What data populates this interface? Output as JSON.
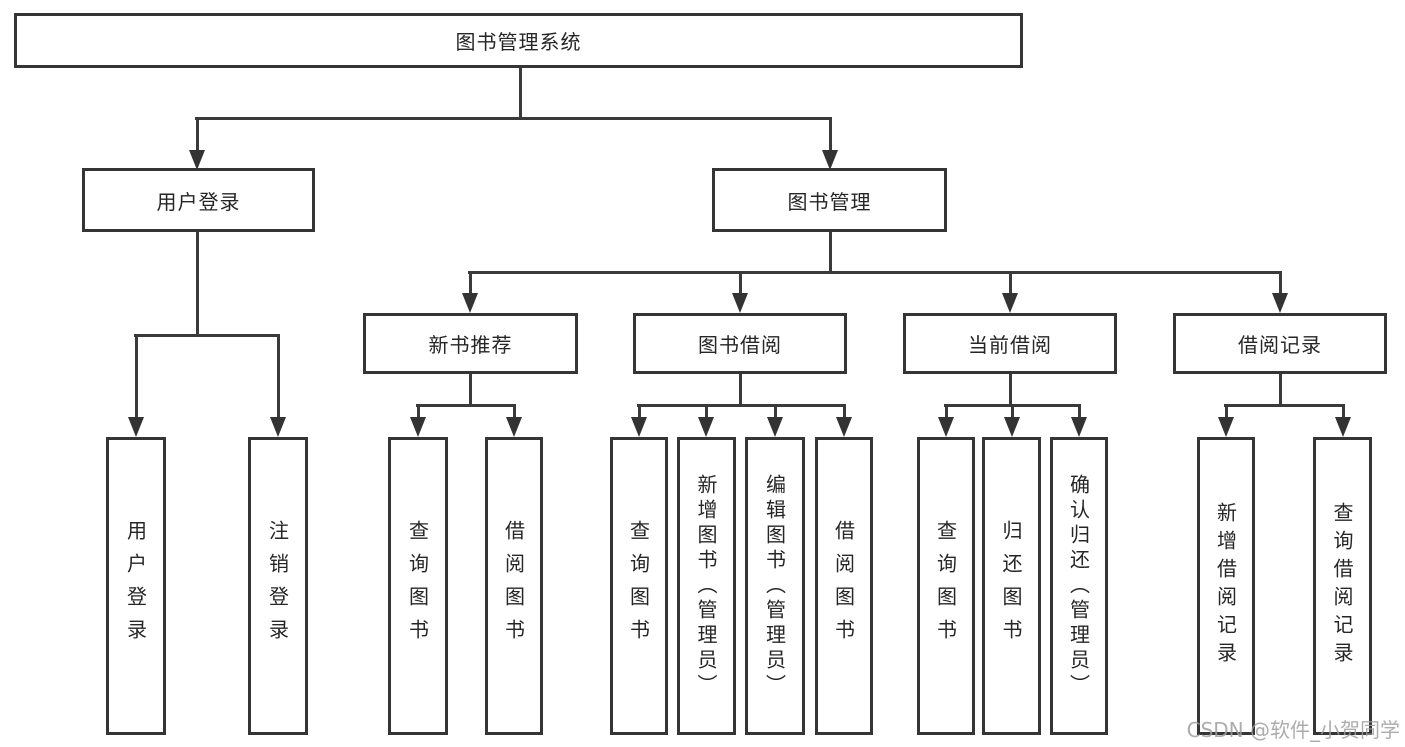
{
  "nodes": {
    "root": "图书管理系统",
    "user_login": "用户登录",
    "book_mgmt": "图书管理",
    "new_rec": "新书推荐",
    "borrow": "图书借阅",
    "current": "当前借阅",
    "records": "借阅记录",
    "leaf_login": "用户登录",
    "leaf_logout": "注销登录",
    "leaf_rec_query": "查询图书",
    "leaf_rec_borrow": "借阅图书",
    "leaf_bb_query": "查询图书",
    "leaf_bb_add": "新增图书（管理员）",
    "leaf_bb_edit": "编辑图书（管理员）",
    "leaf_bb_borrow": "借阅图书",
    "leaf_cb_query": "查询图书",
    "leaf_cb_return": "归还图书",
    "leaf_cb_confirm": "确认归还（管理员）",
    "leaf_br_add": "新增借阅记录",
    "leaf_br_query": "查询借阅记录"
  },
  "colors": {
    "line": "#3a3a3a",
    "box_border": "#353535",
    "text": "#262626",
    "watermark": "#9e9e9e",
    "background": "#ffffff"
  },
  "watermark": "CSDN @软件_小贺同学"
}
